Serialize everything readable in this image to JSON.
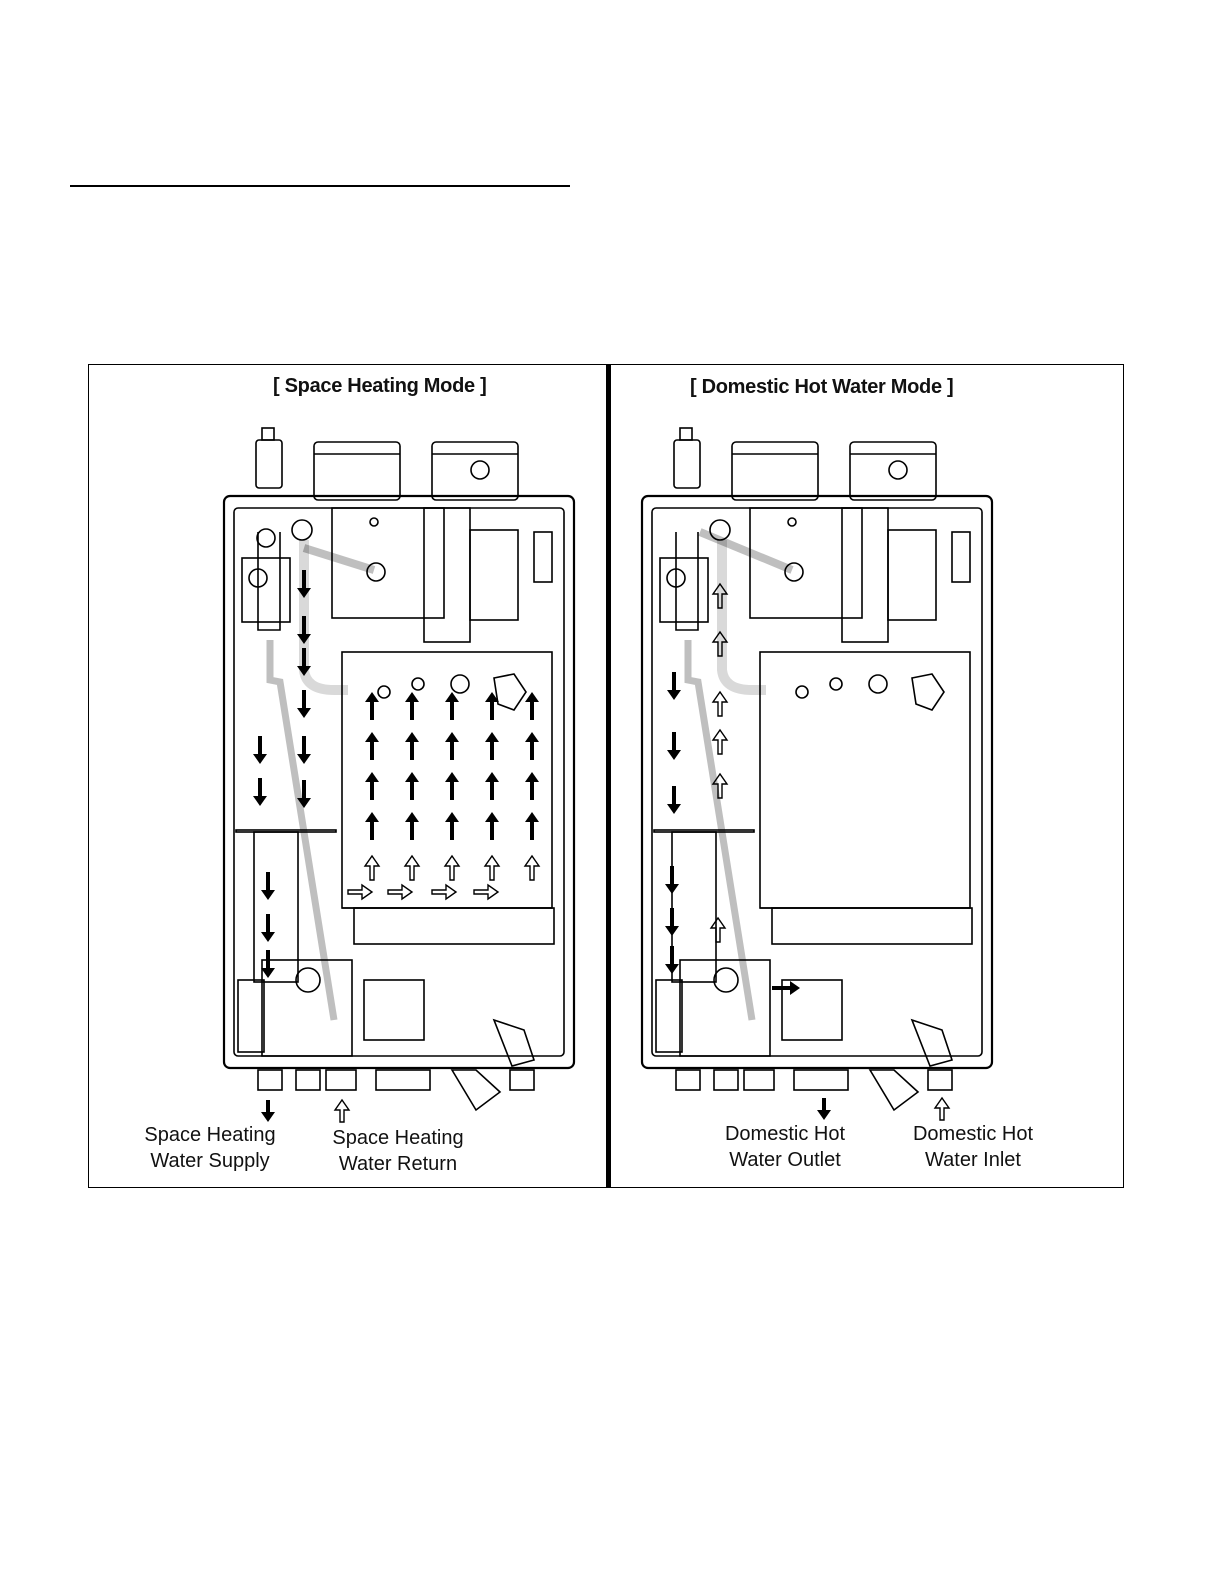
{
  "left_panel": {
    "title": "[ Space Heating Mode ]",
    "caption_supply": [
      "Space Heating",
      "Water Supply"
    ],
    "caption_return": [
      "Space Heating",
      "Water Return"
    ]
  },
  "right_panel": {
    "title": "[ Domestic Hot Water Mode ]",
    "caption_outlet": [
      "Domestic Hot",
      "Water Outlet"
    ],
    "caption_inlet": [
      "Domestic Hot",
      "Water Inlet"
    ]
  },
  "icons": {
    "flow_out": "solid-down-arrow-icon",
    "flow_in": "hollow-up-arrow-icon"
  }
}
